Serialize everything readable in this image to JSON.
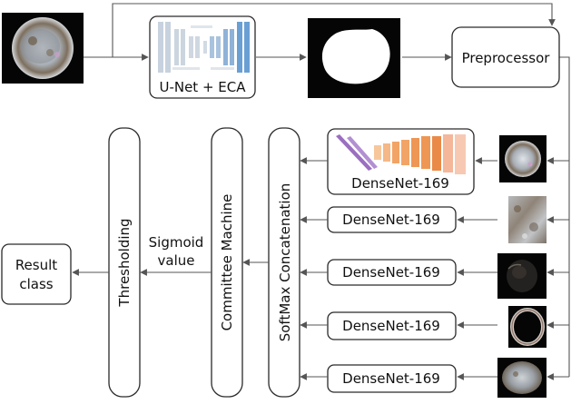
{
  "nodes": {
    "unet_label": "U-Net + ECA",
    "preprocessor": "Preprocessor",
    "densenet_1": "DenseNet-169",
    "densenet_2": "DenseNet-169",
    "densenet_3": "DenseNet-169",
    "densenet_4": "DenseNet-169",
    "densenet_5": "DenseNet-169",
    "softmax": "SoftMax Concatenation",
    "committee": "Committee Machine",
    "sigmoid_line1": "Sigmoid",
    "sigmoid_line2": "value",
    "thresholding": "Thresholding",
    "result_line1": "Result",
    "result_line2": "class"
  },
  "images": {
    "input": "input-image",
    "mask": "segmentation-mask-image",
    "crops": [
      "full-image-crop",
      "texture-crop",
      "dark-masked-crop",
      "ring-crop",
      "masked-object-crop"
    ]
  },
  "colors": {
    "line": "#555555",
    "box_stroke": "#2a2a2a",
    "unet_blue": "#6a9fd4",
    "dense_orange": "#f2a466",
    "dense_purple": "#9a6fc0"
  }
}
